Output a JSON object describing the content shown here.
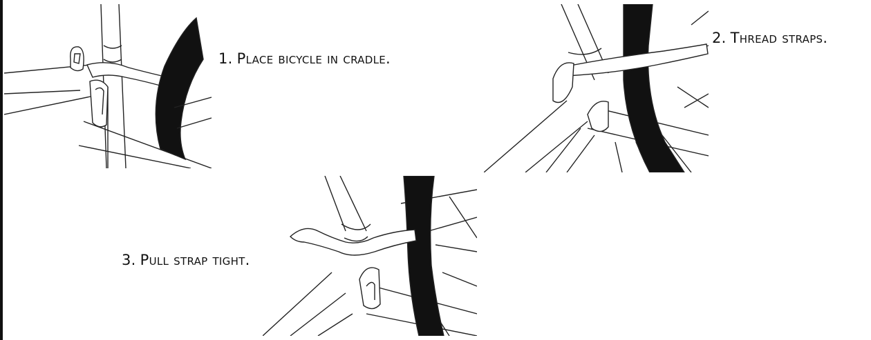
{
  "steps": [
    {
      "num": "1.",
      "text": "Place bicycle in cradle."
    },
    {
      "num": "2.",
      "text": "Thread straps."
    },
    {
      "num": "3.",
      "text": "Pull strap tight."
    }
  ],
  "icons": [
    "bicycle-cradle-illustration",
    "thread-straps-illustration",
    "pull-strap-illustration"
  ],
  "colors": {
    "ink": "#111111",
    "background": "#ffffff"
  }
}
